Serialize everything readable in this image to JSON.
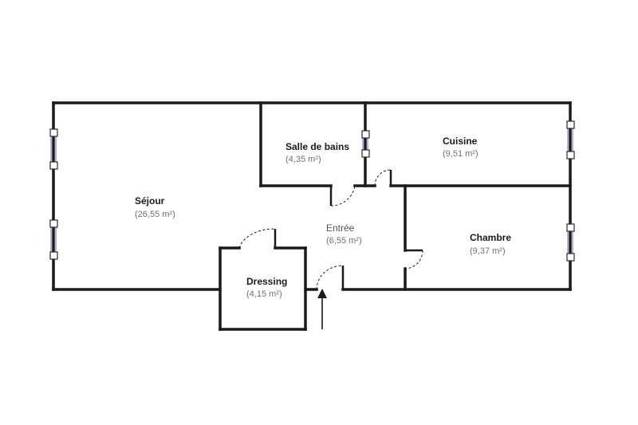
{
  "plan": {
    "rooms": [
      {
        "id": "sejour",
        "name": "Séjour",
        "area": "(26,55 m²)"
      },
      {
        "id": "salle-de-bains",
        "name": "Salle de bains",
        "area": "(4,35 m²)"
      },
      {
        "id": "cuisine",
        "name": "Cuisine",
        "area": "(9,51 m²)"
      },
      {
        "id": "entree",
        "name": "Entrée",
        "area": "(6,55 m²)"
      },
      {
        "id": "chambre",
        "name": "Chambre",
        "area": "(9,37 m²)"
      },
      {
        "id": "dressing",
        "name": "Dressing",
        "area": "(4,15 m²)"
      }
    ],
    "colors": {
      "wall": "#1a1a1a",
      "label": "#1a1a1a",
      "area_text": "#707070",
      "background": "#ffffff"
    },
    "entrance_marker": "entrance-arrow-icon"
  }
}
